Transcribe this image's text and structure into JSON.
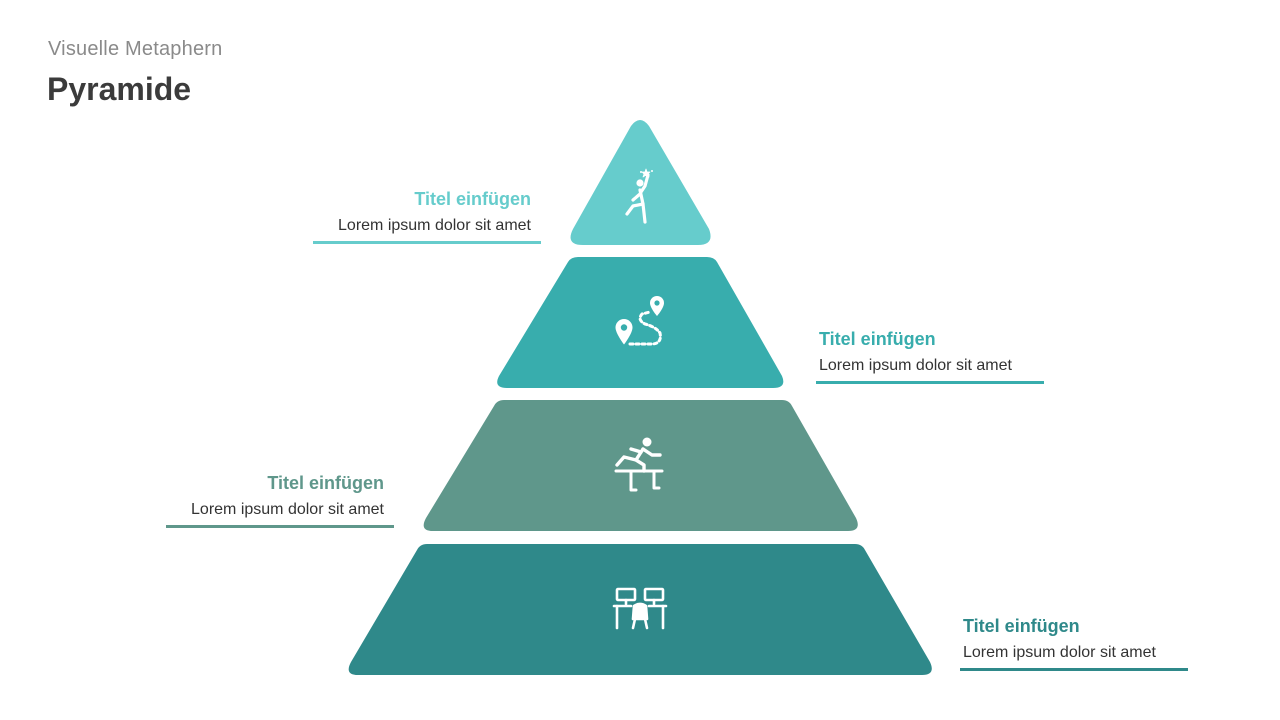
{
  "header": {
    "subtitle": "Visuelle Metaphern",
    "title": "Pyramide"
  },
  "levels": [
    {
      "title": "Titel einfügen",
      "text": "Lorem ipsum dolor sit amet",
      "color": "#66cccc",
      "icon": "achievement-person-icon"
    },
    {
      "title": "Titel einfügen",
      "text": "Lorem ipsum dolor sit amet",
      "color": "#38adad",
      "icon": "route-pins-icon"
    },
    {
      "title": "Titel einfügen",
      "text": "Lorem ipsum dolor sit amet",
      "color": "#5f978b",
      "icon": "hurdle-runner-icon"
    },
    {
      "title": "Titel einfügen",
      "text": "Lorem ipsum dolor sit amet",
      "color": "#2f898a",
      "icon": "workstations-icon"
    }
  ]
}
